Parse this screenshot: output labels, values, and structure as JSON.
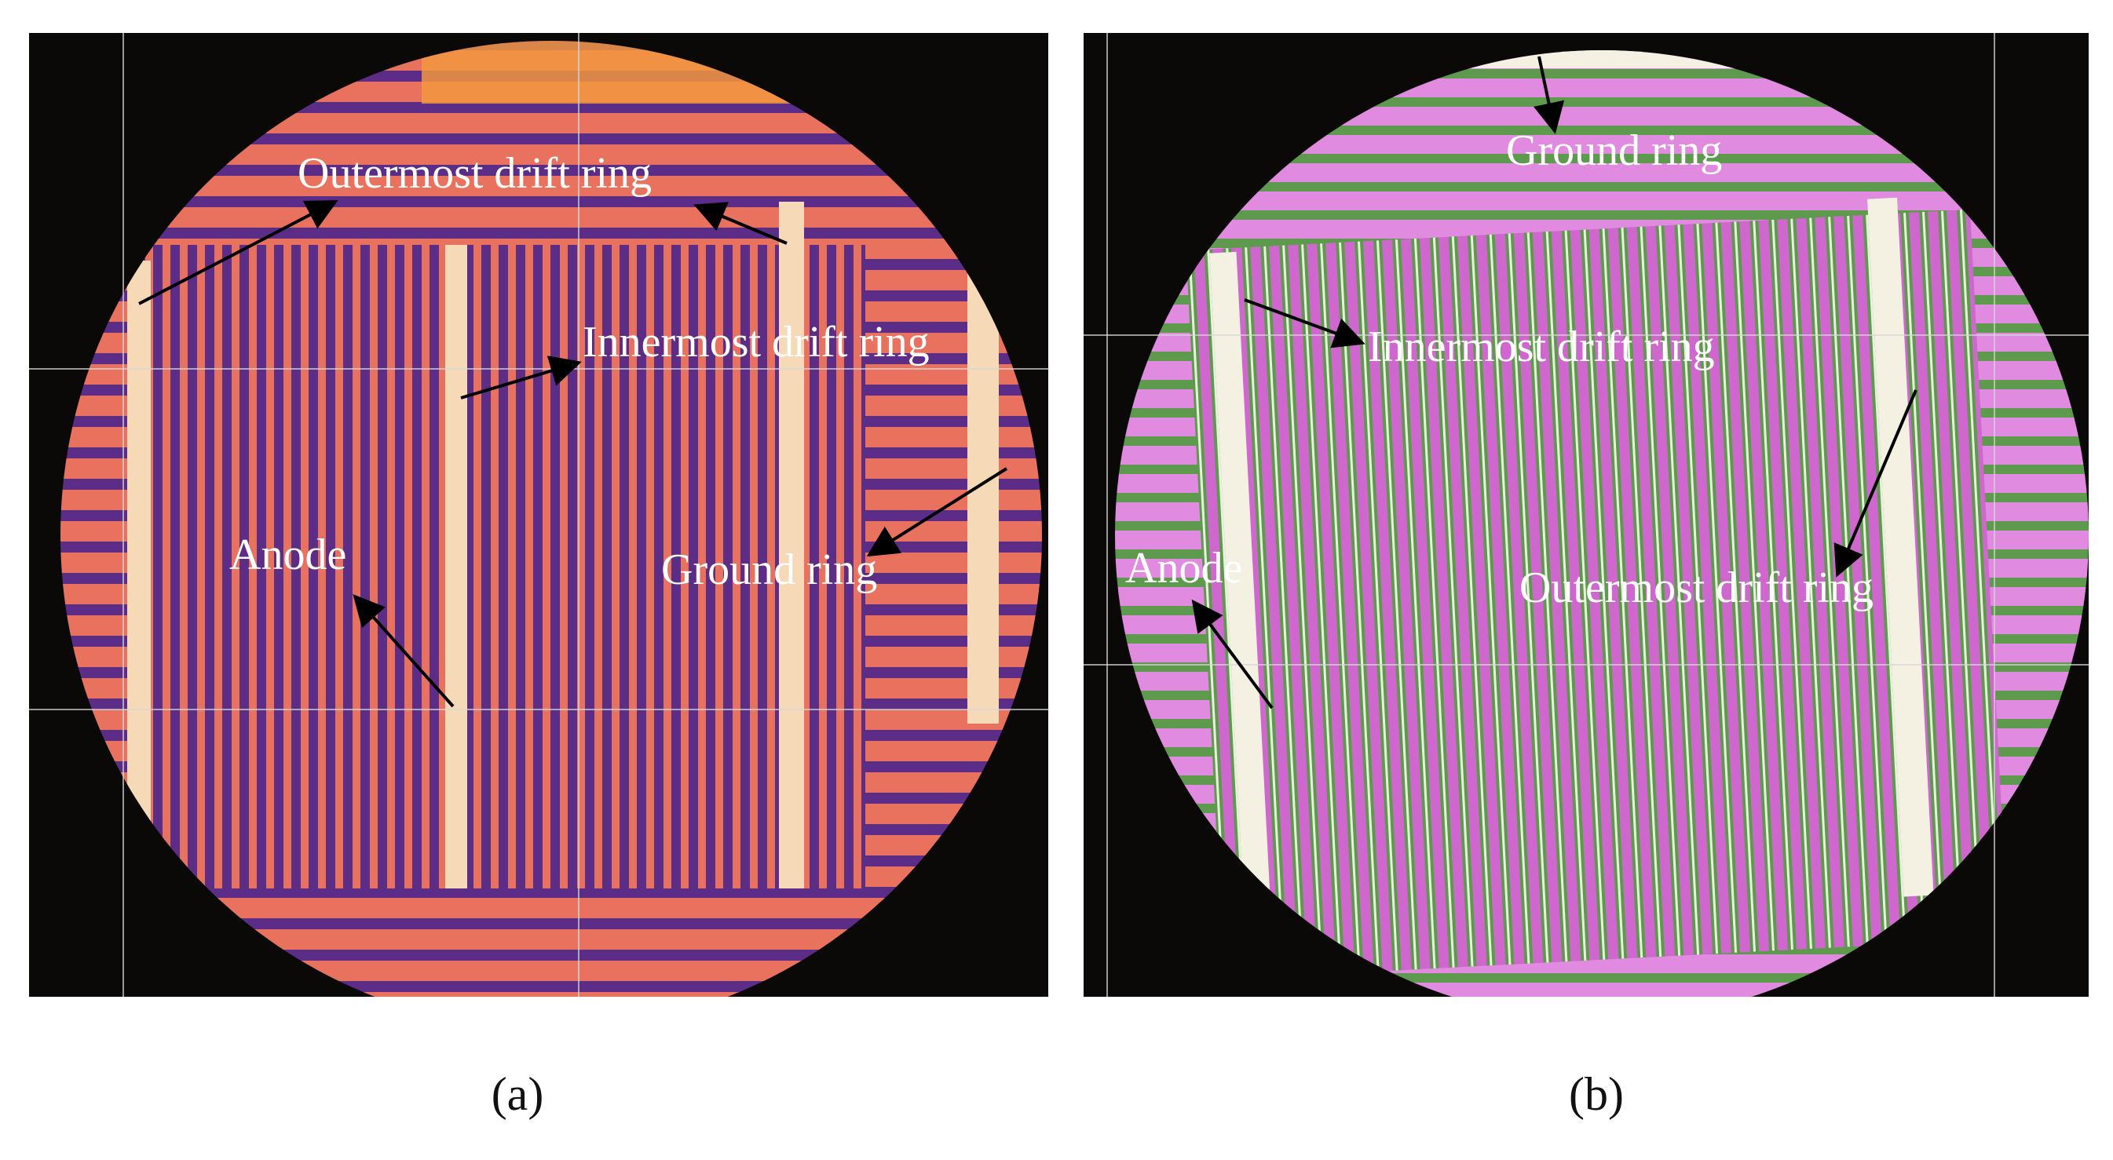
{
  "panels": [
    {
      "id": "a",
      "caption": "(a)",
      "labels": {
        "outermost": "Outermost drift ring",
        "innermost": "Innermost drift ring",
        "anode": "Anode",
        "ground": "Ground ring"
      },
      "colors": {
        "background": "#e8725e",
        "stripe": "#5b2d86",
        "highlight": "#f6d9b6",
        "outer": "#f1963e"
      }
    },
    {
      "id": "b",
      "caption": "(b)",
      "labels": {
        "ground": "Ground ring",
        "innermost": "Innermost drift ring",
        "anode": "Anode",
        "outermost": "Outermost drift ring"
      },
      "colors": {
        "background": "#cf67cf",
        "stripe": "#5e9a4e",
        "highlight": "#f4f1e2",
        "outer": "#e08be0"
      }
    }
  ]
}
